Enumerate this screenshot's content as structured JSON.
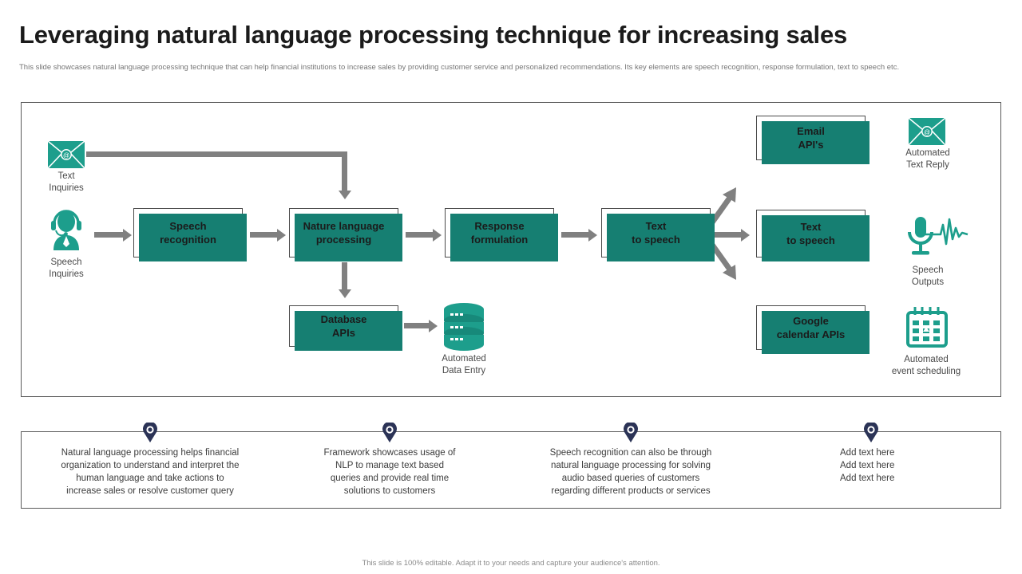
{
  "header": {
    "title": "Leveraging natural language processing technique for increasing sales",
    "subtitle": "This slide showcases natural language processing technique that can help financial institutions to increase sales by providing customer service and personalized recommendations. Its key elements are speech recognition, response formulation, text to speech etc."
  },
  "colors": {
    "teal": "#1d9e8c",
    "teal_dark": "#167f72",
    "arrow_grey": "#808080",
    "navy": "#2b3356",
    "frame_border": "#5a5a5a"
  },
  "diagram": {
    "inputs": [
      {
        "icon": "email-envelope-icon",
        "caption_line1": "Text",
        "caption_line2": "Inquiries"
      },
      {
        "icon": "headset-agent-icon",
        "caption_line1": "Speech",
        "caption_line2": "Inquiries"
      }
    ],
    "boxes": [
      {
        "id": "speech-recognition",
        "line1": "Speech",
        "line2": "recognition"
      },
      {
        "id": "nature-language-processing",
        "line1": "Nature language",
        "line2": "processing"
      },
      {
        "id": "response-formulation",
        "line1": "Response",
        "line2": "formulation"
      },
      {
        "id": "text-to-speech-left",
        "line1": "Text",
        "line2": "to speech"
      },
      {
        "id": "database-apis",
        "line1": "Database",
        "line2": "APIs"
      },
      {
        "id": "email-apis",
        "line1": "Email",
        "line2": "API's"
      },
      {
        "id": "text-to-speech-right",
        "line1": "Text",
        "line2": "to speech"
      },
      {
        "id": "google-calendar-apis",
        "line1": "Google",
        "line2": "calendar APIs"
      }
    ],
    "outputs": [
      {
        "icon": "email-envelope-icon",
        "caption_line1": "Automated",
        "caption_line2": "Text Reply"
      },
      {
        "icon": "microphone-waveform-icon",
        "caption_line1": "Speech",
        "caption_line2": "Outputs"
      },
      {
        "icon": "calendar-icon",
        "caption_line1": "Automated",
        "caption_line2": "event scheduling"
      },
      {
        "icon": "database-stack-icon",
        "caption_line1": "Automated",
        "caption_line2": "Data Entry"
      }
    ]
  },
  "notes": [
    {
      "lines": [
        "Natural language processing helps financial",
        "organization to understand and interpret the",
        "human language and take actions to",
        "increase sales or resolve customer query"
      ]
    },
    {
      "lines": [
        "Framework showcases usage of",
        "NLP to manage text based",
        "queries and provide real time",
        "solutions to customers"
      ]
    },
    {
      "lines": [
        "Speech recognition can also be through",
        "natural language processing for solving",
        "audio based queries of customers",
        "regarding different products or services"
      ]
    },
    {
      "lines": [
        "Add text here",
        "Add text here",
        "Add text here"
      ]
    }
  ],
  "footer": {
    "text": "This slide is 100% editable. Adapt it to your needs and capture your audience's attention."
  }
}
